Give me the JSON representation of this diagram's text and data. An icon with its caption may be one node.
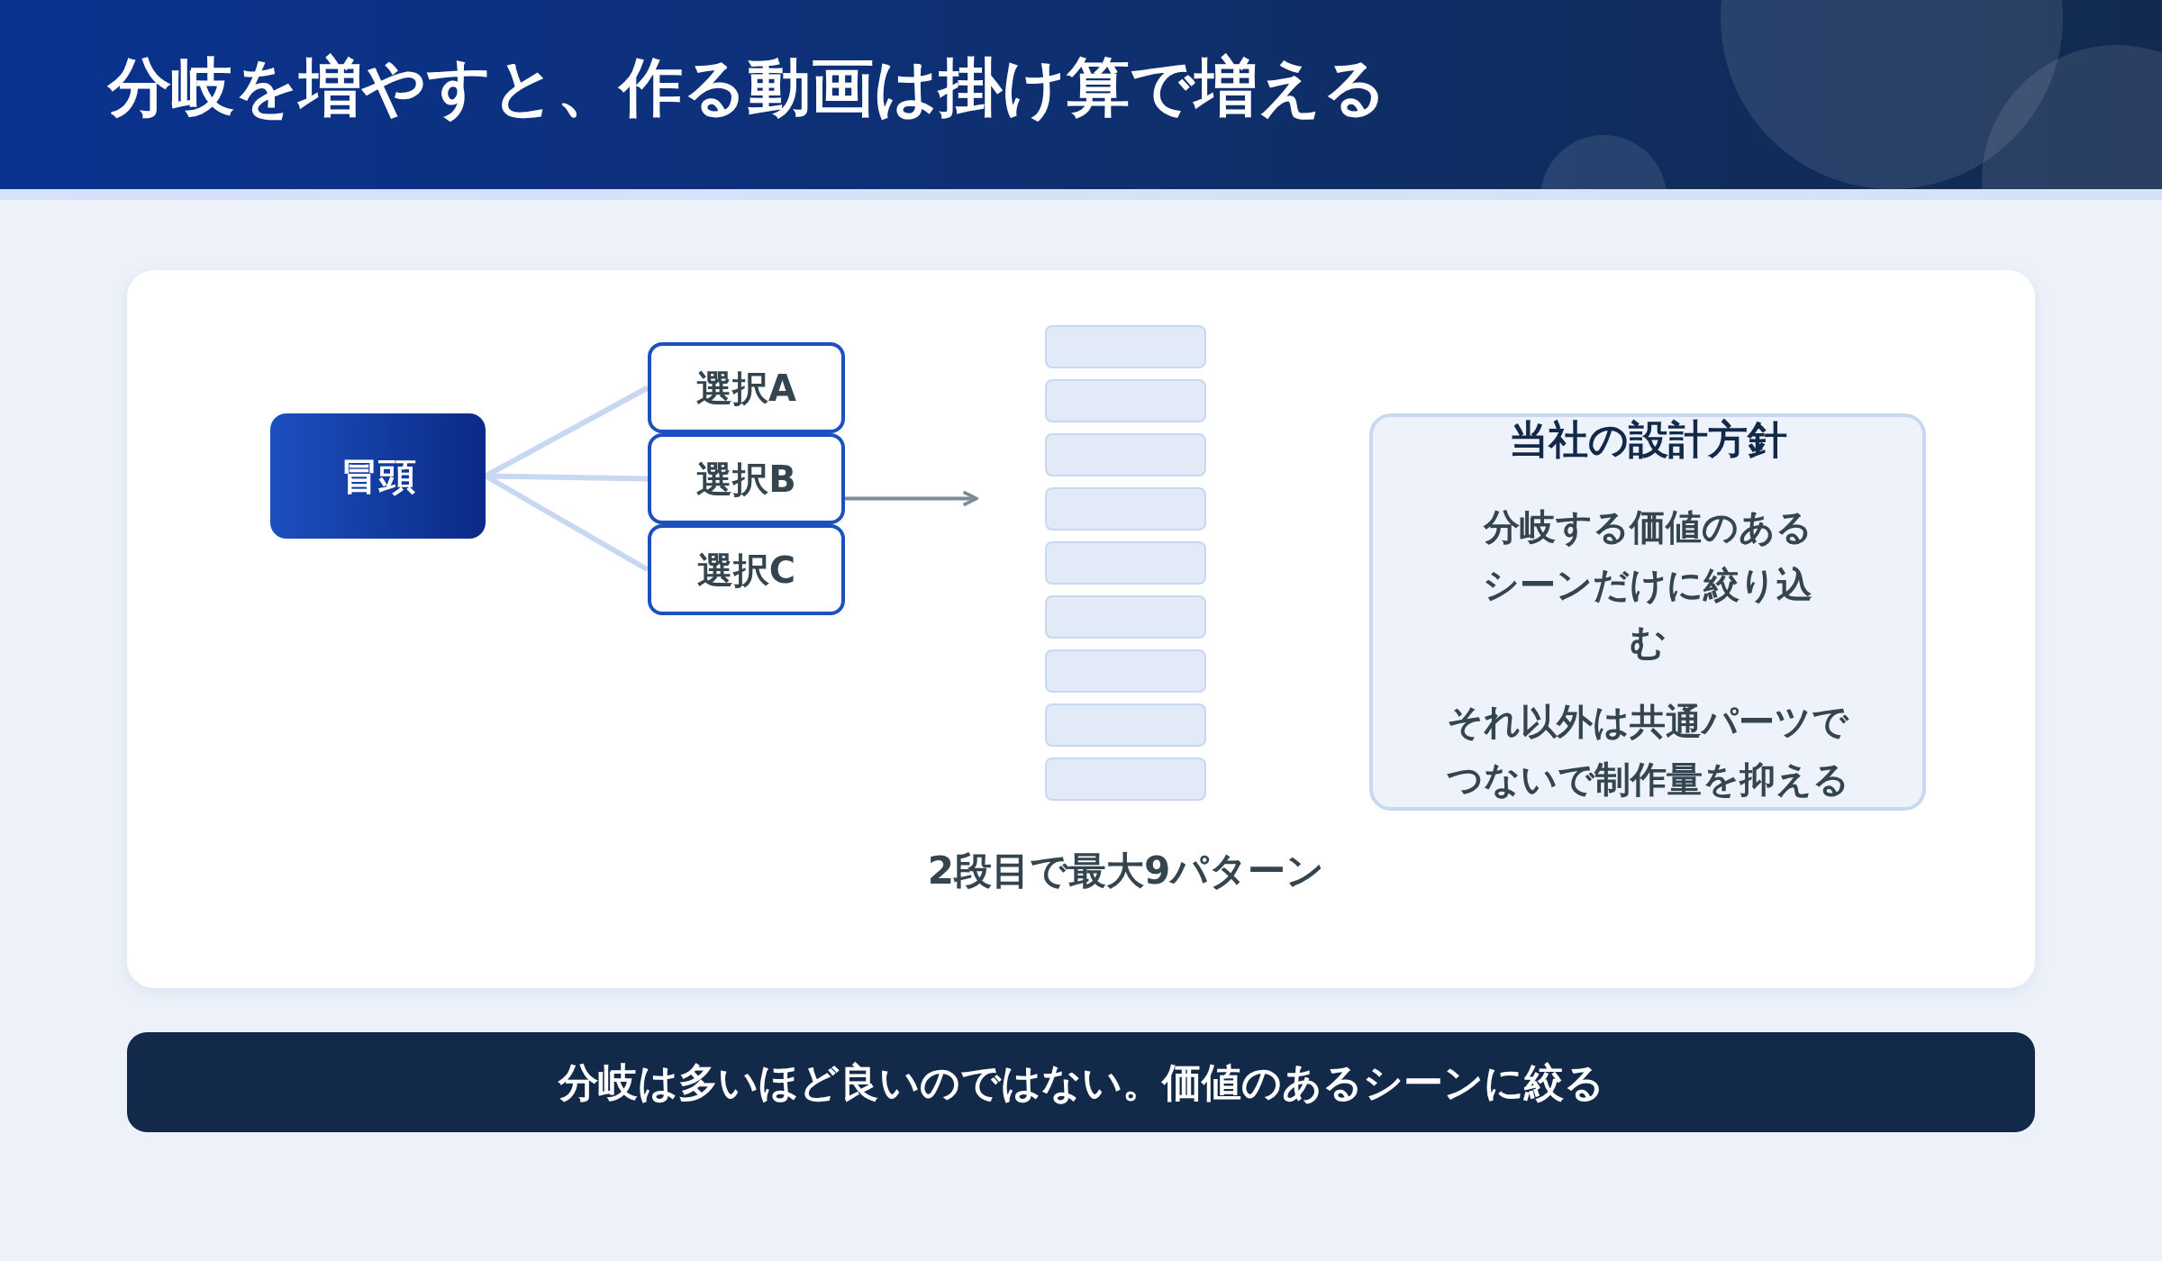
{
  "diagram": {
    "title": "分岐を増やすと、作る動画は掛け算で増える",
    "nodes": [
      {
        "text": [
          "冒頭"
        ]
      },
      {
        "text": [
          "選択A"
        ]
      },
      {
        "text": [
          "選択B"
        ]
      },
      {
        "text": [
          "選択C"
        ]
      },
      {
        "text": [],
        "shape": "bar"
      },
      {
        "text": [],
        "shape": "bar"
      },
      {
        "text": [],
        "shape": "bar"
      },
      {
        "text": [],
        "shape": "bar"
      },
      {
        "text": [],
        "shape": "bar"
      },
      {
        "text": [],
        "shape": "bar"
      },
      {
        "text": [],
        "shape": "bar"
      },
      {
        "text": [],
        "shape": "bar"
      },
      {
        "text": [],
        "shape": "bar"
      },
      {
        "text": [
          "当社の設計方針",
          "分岐する価値のあるシーンだけに絞り込む",
          "それ以外は共通パーツでつないで制作量を抑える"
        ]
      },
      {
        "text": [
          "分岐は多いほど良いのではない。価値のあるシーンに絞る"
        ]
      }
    ],
    "edges": [
      {
        "from": 0,
        "to": 1,
        "arrow": "none"
      },
      {
        "from": 0,
        "to": 2,
        "arrow": "none"
      },
      {
        "from": 0,
        "to": 3,
        "arrow": "none"
      },
      {
        "from": 2,
        "to": null,
        "arrow": "to",
        "color": "#7a8b99"
      }
    ],
    "labels": [
      "2段目で最大9パターン"
    ]
  }
}
